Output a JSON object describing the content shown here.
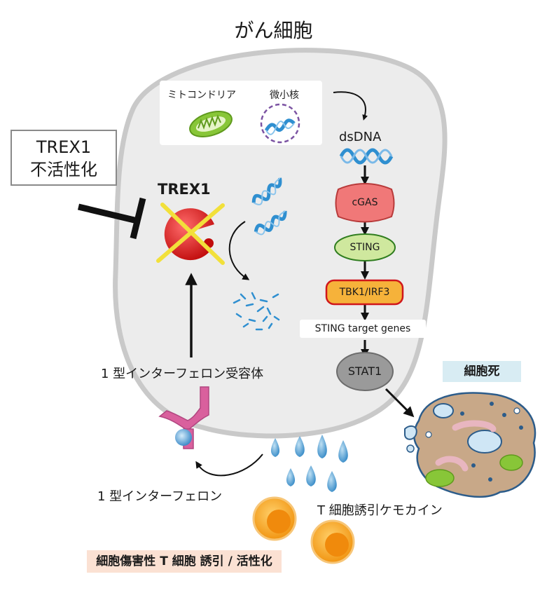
{
  "title": "がん細胞",
  "labels": {
    "mitochondria": "ミトコンドリア",
    "micronucleus": "微小核",
    "dsdna": "dsDNA",
    "trex1_inactivation_line1": "TREX1",
    "trex1_inactivation_line2": "不活性化",
    "trex1": "TREX1",
    "ifn_receptor": "1 型インターフェロン受容体",
    "ifn": "1 型インターフェロン",
    "chemokine": "T 細胞誘引ケモカイン",
    "cell_death": "細胞死",
    "ctl_induction": "細胞傷害性 T 細胞 誘引 / 活性化"
  },
  "pathway": {
    "cgas": "cGAS",
    "sting": "STING",
    "tbk1": "TBK1/IRF3",
    "target_genes": "STING target genes",
    "stat1": "STAT1"
  },
  "colors": {
    "cell_fill": "#ececec",
    "cell_stroke": "#c9c9c9",
    "cgas_fill": "#f07878",
    "sting_fill": "#cfe89e",
    "tbk1_fill": "#f6b23a",
    "stat1_fill": "#9a9a9a",
    "dna_blue": "#2f8fd0",
    "trex1_red": "#e21e1e",
    "cross_yellow": "#f2e03a",
    "receptor_pink": "#d9609d",
    "tcell_orange": "#f39a12",
    "mito_green": "#7cbf2a",
    "micronucleus_purple": "#7c54a3"
  }
}
